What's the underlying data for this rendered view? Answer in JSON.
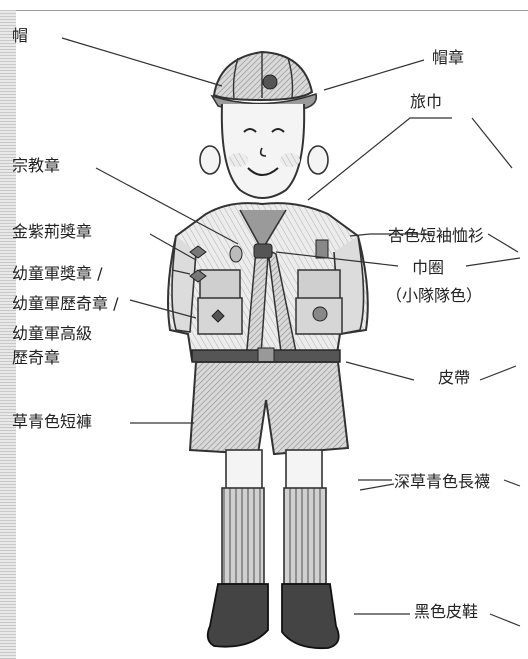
{
  "labels": {
    "hat": "帽",
    "hat_badge": "帽章",
    "scarf": "旅巾",
    "religious_badge": "宗教章",
    "gold_award": "金紫荊獎章",
    "shirt": "杏色短袖恤衫",
    "cub_award_1": "幼童軍獎章 /",
    "cub_award_2": "幼童軍歷奇章 /",
    "cub_award_3": "幼童軍高級",
    "cub_award_4": "歷奇章",
    "woggle_1": "巾圈",
    "woggle_2": "（小隊隊色）",
    "belt": "皮帶",
    "shorts": "草青色短褲",
    "socks": "深草青色長襪",
    "shoes": "黑色皮鞋"
  },
  "colors": {
    "ink": "#222222",
    "line": "#333333",
    "sketch_fill": "#bdbdbd",
    "sketch_dark": "#6e6e6e"
  }
}
